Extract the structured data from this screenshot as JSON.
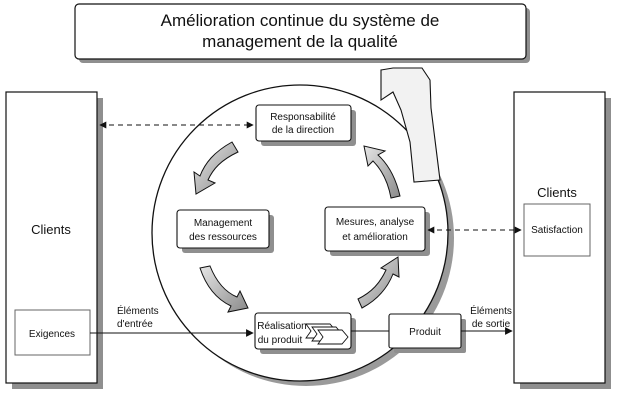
{
  "title": {
    "line1": "Amélioration continue du système de",
    "line2": "management de la qualité"
  },
  "left_panel": {
    "heading": "Clients",
    "requirements": "Exigences"
  },
  "right_panel": {
    "heading": "Clients",
    "satisfaction": "Satisfaction"
  },
  "process": {
    "responsibility": {
      "line1": "Responsabilité",
      "line2": "de la direction"
    },
    "resources": {
      "line1": "Management",
      "line2": "des ressources"
    },
    "measurement": {
      "line1": "Mesures, analyse",
      "line2": "et amélioration"
    },
    "realisation": {
      "line1": "Réalisation",
      "line2": "du produit"
    },
    "product": "Produit"
  },
  "flow_labels": {
    "inputs": {
      "line1": "Éléments",
      "line2": "d'entrée"
    },
    "outputs": {
      "line1": "Éléments",
      "line2": "de sortie"
    }
  }
}
